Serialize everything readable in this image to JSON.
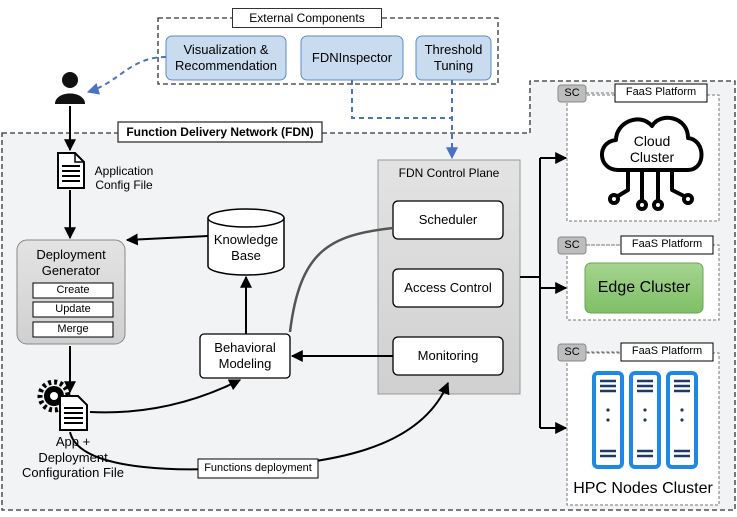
{
  "external": {
    "title": "External Components",
    "viz_line1": "Visualization &",
    "viz_line2": "Recommendation",
    "inspector": "FDNInspector",
    "tuning_line1": "Threshold",
    "tuning_line2": "Tuning"
  },
  "fdn": {
    "title": "Function Delivery Network (FDN)",
    "app_config_line1": "Application",
    "app_config_line2": "Config File",
    "deploy_gen_line1": "Deployment",
    "deploy_gen_line2": "Generator",
    "create": "Create",
    "update": "Update",
    "merge": "Merge",
    "kb_line1": "Knowledge",
    "kb_line2": "Base",
    "behav_line1": "Behavioral",
    "behav_line2": "Modeling",
    "app_deploy_line1": "App +",
    "app_deploy_line2": "Deployment",
    "app_deploy_line3": "Configuration File",
    "functions_deployment": "Functions deployment"
  },
  "control_plane": {
    "title": "FDN Control Plane",
    "scheduler": "Scheduler",
    "access_control": "Access Control",
    "monitoring": "Monitoring"
  },
  "platforms": {
    "sc": "SC",
    "faas": "FaaS Platform",
    "cloud_line1": "Cloud",
    "cloud_line2": "Cluster",
    "edge": "Edge Cluster",
    "hpc": "HPC Nodes Cluster"
  },
  "colors": {
    "blue_box": "#c9dbef",
    "blue_border": "#5b8bc9",
    "dashed_blue": "#4a72c4",
    "edge_green": "#8fca77",
    "hpc_blue": "#1e88e5",
    "grey_panel": "#d9d9d9",
    "fdn_bg": "#f2f3f5"
  }
}
